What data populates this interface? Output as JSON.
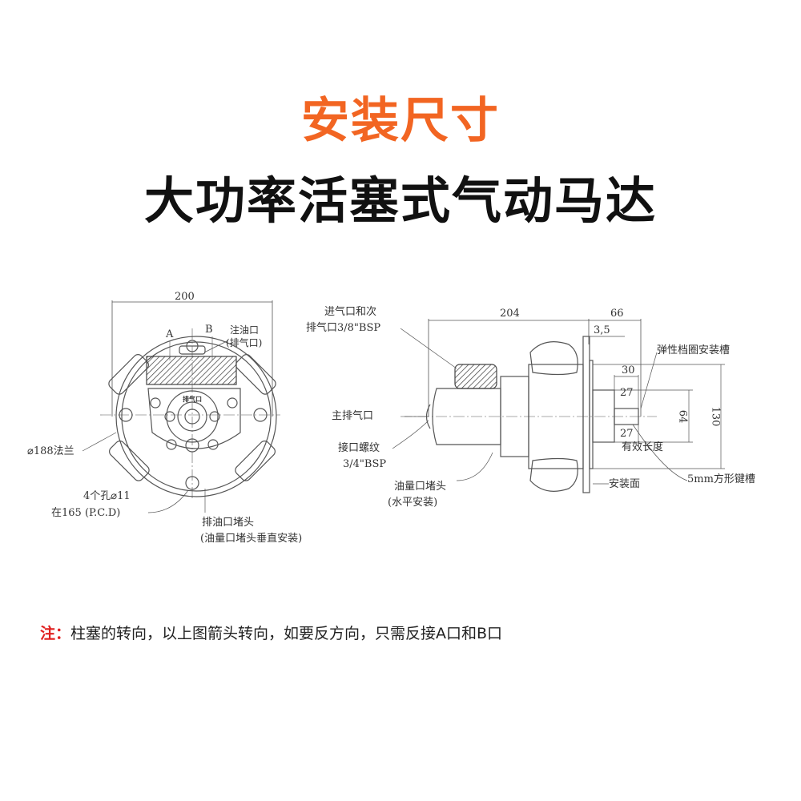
{
  "header": {
    "title": "安装尺寸",
    "subtitle": "大功率活塞式气动马达"
  },
  "colors": {
    "title": "#f26522",
    "note_prefix": "#e02020",
    "drawing": "#555555"
  },
  "front_view": {
    "dim_width": "200",
    "port_a": "A",
    "port_b": "B",
    "oil_fill": "注油口",
    "oil_fill_sub": "(排气口)",
    "exhaust_mark": "排气口",
    "flange": "⌀188法兰",
    "holes": "4个孔⌀11",
    "holes_pcd": "在165 (P.C.D)",
    "drain_plug": "排油口堵头",
    "drain_plug_sub": "(油量口堵头垂直安装)"
  },
  "side_view": {
    "dim_length": "204",
    "dim_shaft": "66",
    "dim_flange": "3,5",
    "inlet": "进气口和次",
    "inlet_sub": "排气口3/8\"BSP",
    "main_exhaust": "主排气口",
    "thread": "接口螺纹",
    "thread_sub": "3/4\"BSP",
    "oil_plug": "油量口堵头",
    "oil_plug_sub": "(水平安装)",
    "circlip_groove": "弹性档圈安装槽",
    "dim_30": "30",
    "dim_27a": "27",
    "dim_27b": "27",
    "dim_64": "64",
    "dim_130": "130",
    "effective_length": "有效长度",
    "keyway": "5mm方形键槽",
    "mounting_face": "安装面"
  },
  "note": {
    "prefix": "注：",
    "text": "柱塞的转向，以上图箭头转向，如要反方向，只需反接A口和B口"
  }
}
